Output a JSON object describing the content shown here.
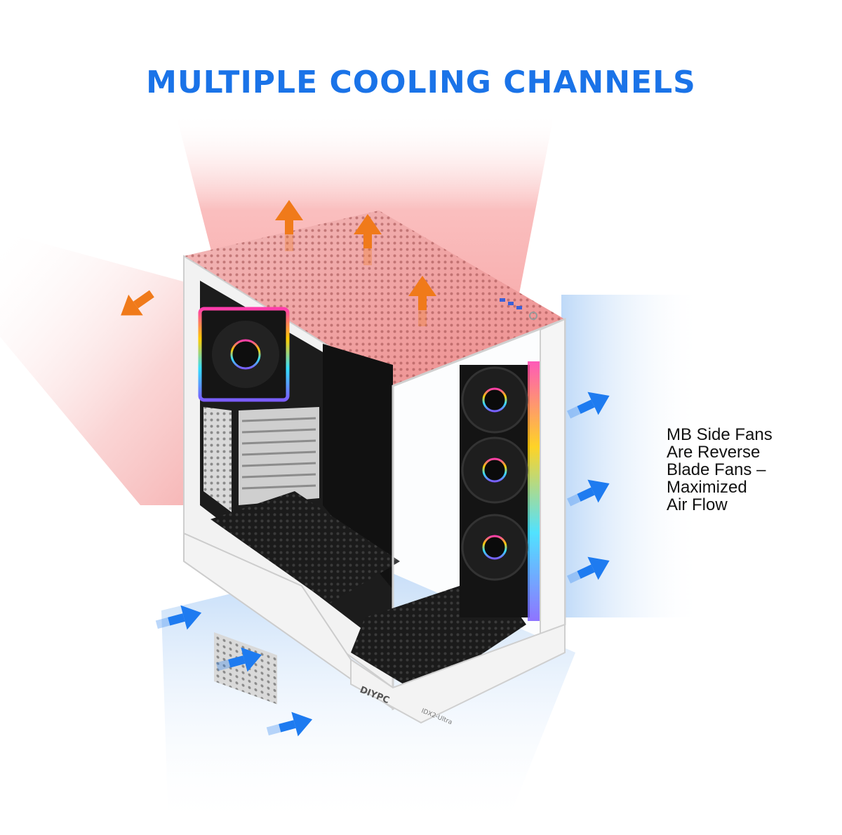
{
  "headline": "MULTIPLE COOLING CHANNELS",
  "caption_lines": [
    "MB Side Fans",
    "Are Reverse",
    "Blade Fans –",
    "Maximized",
    "Air Flow"
  ],
  "brand_label": "DIYPC",
  "model_label": "IDX2-Ultra",
  "colors": {
    "headline": "#1a73e8",
    "intake_arrow": "#1e7bf0",
    "exhaust_arrow": "#f07a1a",
    "hot_air": "#f7a6a6",
    "cool_air": "#b9d6f6",
    "case_white": "#f4f4f4",
    "case_interior": "#1c1c1c"
  }
}
